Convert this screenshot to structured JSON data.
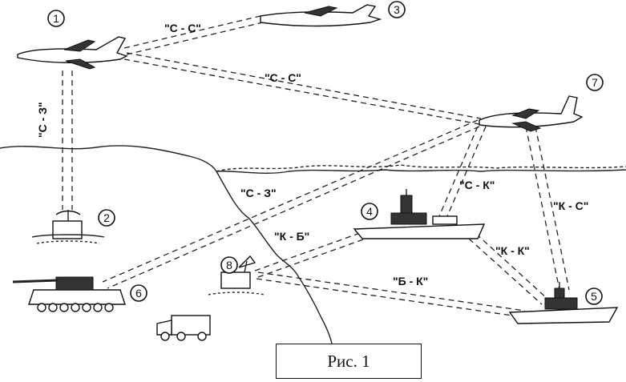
{
  "figure": {
    "caption": "Рис. 1"
  },
  "nodes": [
    {
      "id": "aircraft-1",
      "number": "1"
    },
    {
      "id": "ground-station-2",
      "number": "2"
    },
    {
      "id": "aircraft-3",
      "number": "3"
    },
    {
      "id": "ship-4",
      "number": "4"
    },
    {
      "id": "ship-5",
      "number": "5"
    },
    {
      "id": "tank-6",
      "number": "6"
    },
    {
      "id": "aircraft-7",
      "number": "7"
    },
    {
      "id": "ground-station-8",
      "number": "8"
    }
  ],
  "links": [
    {
      "id": "link-1-3",
      "label": "\"С - С\""
    },
    {
      "id": "link-1-7",
      "label": "\"С - С\""
    },
    {
      "id": "link-1-2",
      "label": "\"С - З\""
    },
    {
      "id": "link-7-6",
      "label": "\"С - З\""
    },
    {
      "id": "link-7-4",
      "label": "\"С - К\""
    },
    {
      "id": "link-7-5",
      "label": "\"К - С\""
    },
    {
      "id": "link-8-4",
      "label": "\"К - Б\""
    },
    {
      "id": "link-4-5",
      "label": "\"К - К\""
    },
    {
      "id": "link-8-5",
      "label": "\"Б - К\""
    }
  ]
}
